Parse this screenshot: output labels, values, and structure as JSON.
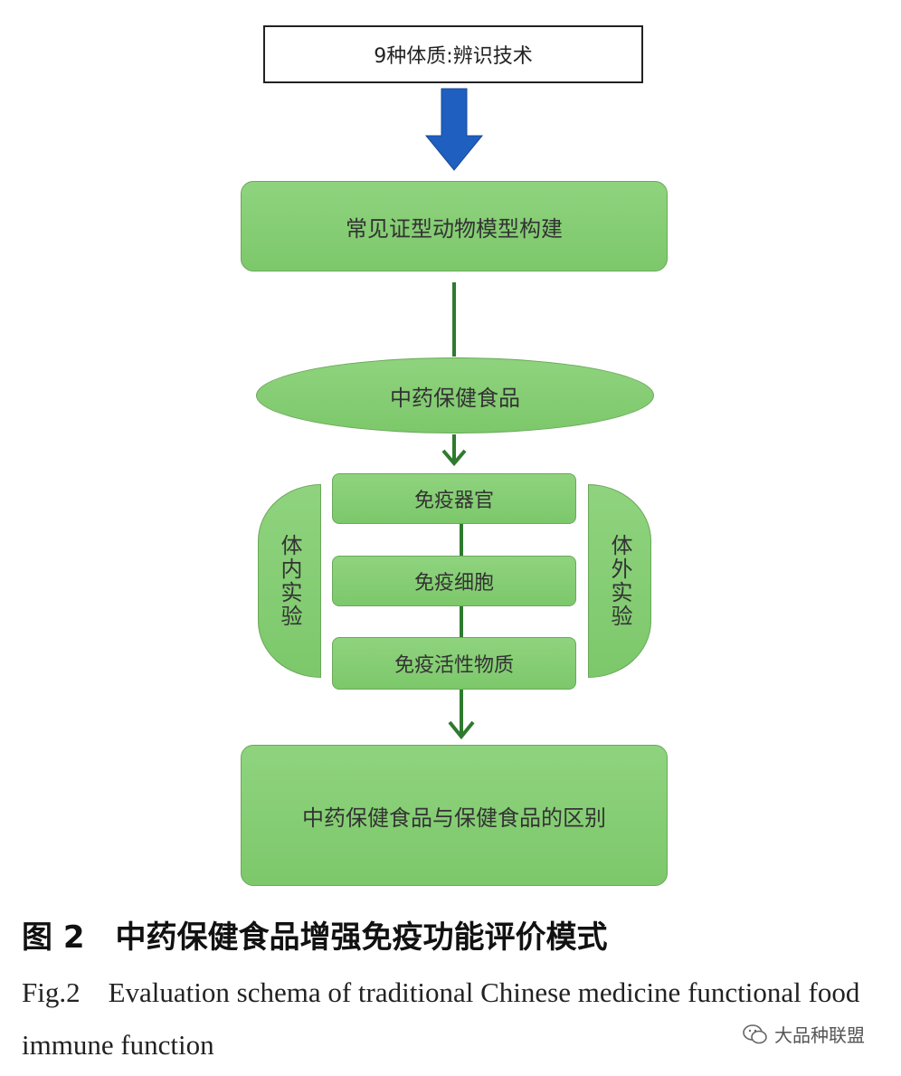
{
  "diagram": {
    "top_box": "9种体质:辨识技术",
    "model_box": "常见证型动物模型构建",
    "ellipse": "中药保健食品",
    "organ": "免疫器官",
    "cell": "免疫细胞",
    "active": "免疫活性物质",
    "left_side": "体内实验",
    "right_side": "体外实验",
    "bottom_box": "中药保健食品与保健食品的区别"
  },
  "caption": {
    "cn": "图 2　中药保健食品增强免疫功能评价模式",
    "en": "Fig.2　Evaluation schema of traditional Chinese medicine functional food immune function"
  },
  "watermark": {
    "text": "大品种联盟",
    "icon": "wechat-icon"
  },
  "colors": {
    "green_fill": "#7dc86b",
    "blue_arrow": "#1f5fbf",
    "green_arrow": "#2f7a2f"
  }
}
